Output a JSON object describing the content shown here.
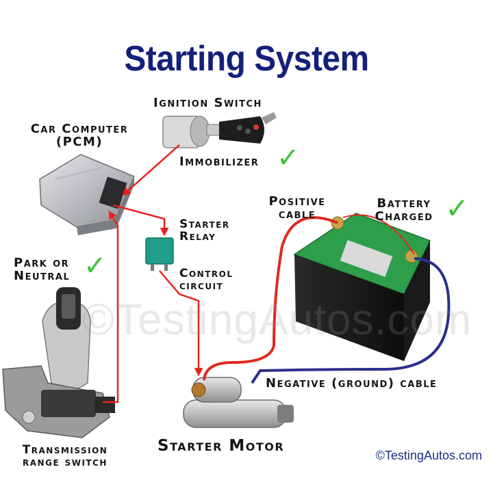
{
  "title": "Starting System",
  "watermark": "©TestingAutos.com",
  "copyright": "©TestingAutos.com",
  "labels": {
    "ignition_switch": "Ignition Switch",
    "car_computer_line1": "Car Computer",
    "car_computer_line2": "(PCM)",
    "immobilizer": "Immobilizer",
    "positive_cable_line1": "Positive",
    "positive_cable_line2": "cable",
    "battery_charged_line1": "Battery",
    "battery_charged_line2": "Charged",
    "starter_relay_line1": "Starter",
    "starter_relay_line2": "Relay",
    "park_neutral_line1": "Park or",
    "park_neutral_line2": "Neutral",
    "control_circuit_line1": "Control",
    "control_circuit_line2": "circuit",
    "negative_cable": "Negative (ground) cable",
    "starter_motor": "Starter Motor",
    "trs_line1": "Transmission",
    "trs_line2": "range switch"
  },
  "check_icon": "check-mark-icon",
  "colors": {
    "title": "#14207a",
    "check": "#3ec33a",
    "wire_signal": "#e8231d",
    "positive_cable": "#e02a1f",
    "negative_cable": "#2a2f8c",
    "battery_top": "#2f9e4a"
  }
}
